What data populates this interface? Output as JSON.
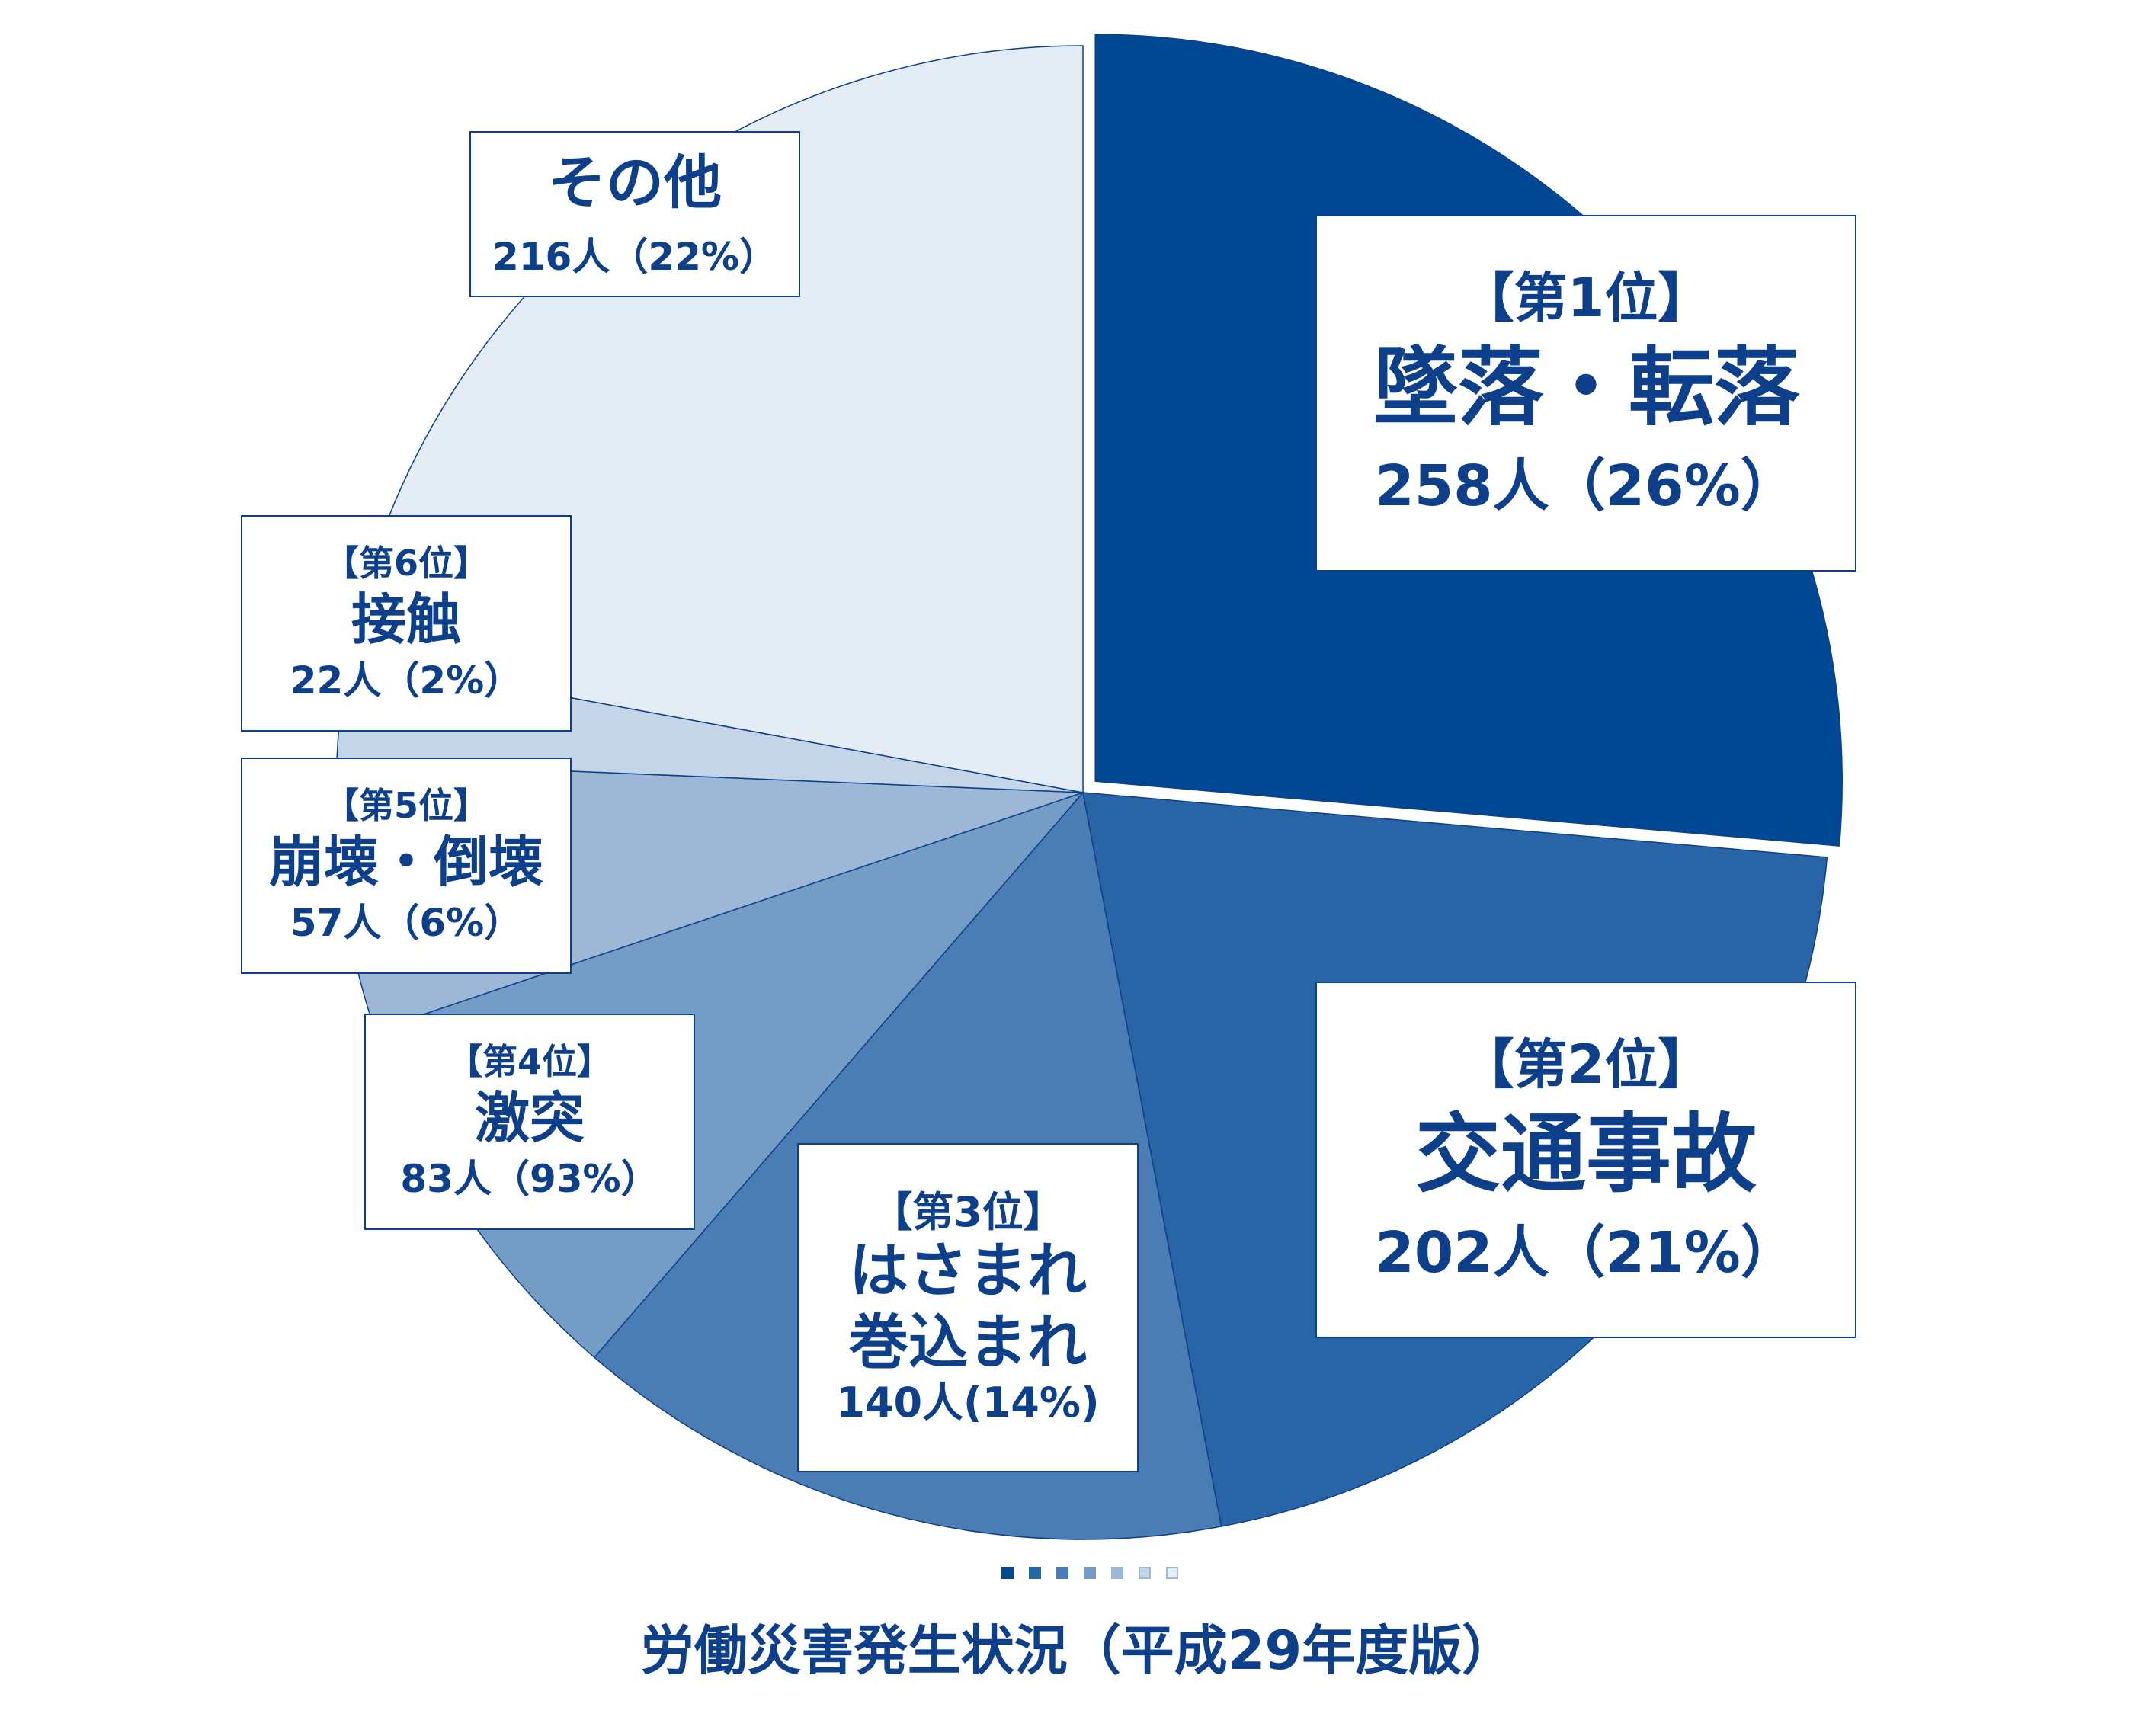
{
  "chart_data": {
    "type": "pie",
    "title": "労働災害発生状況（平成29年度版）",
    "slices": [
      {
        "rank": "【第1位】",
        "name": [
          "墜落・転落"
        ],
        "count_text": "258人（26%）",
        "value": 258,
        "color": "#004893"
      },
      {
        "rank": "【第2位】",
        "name": [
          "交通事故"
        ],
        "count_text": "202人（21%）",
        "value": 202,
        "color": "#2865a6"
      },
      {
        "rank": "【第3位】",
        "name": [
          "はさまれ",
          "巻込まれ"
        ],
        "count_text": "140人(14%)",
        "value": 140,
        "color": "#4a7db4"
      },
      {
        "rank": "【第4位】",
        "name": [
          "激突"
        ],
        "count_text": "83人（93%）",
        "value": 83,
        "color": "#749dc6"
      },
      {
        "rank": "【第5位】",
        "name": [
          "崩壊・倒壊"
        ],
        "count_text": "57人（6%）",
        "value": 57,
        "color": "#9cb8d6"
      },
      {
        "rank": "【第6位】",
        "name": [
          "接触"
        ],
        "count_text": "22人（2%）",
        "value": 22,
        "color": "#c3d5e7"
      },
      {
        "rank": "",
        "name": [
          "その他"
        ],
        "count_text": "216人（22%）",
        "value": 216,
        "color": "#e4ecf5"
      }
    ],
    "exploded_slice": 0,
    "start": "12 o'clock, clockwise",
    "legend": "none"
  },
  "swatch_colors": [
    "#004893",
    "#2865a6",
    "#4a7db4",
    "#749dc6",
    "#9cb8d6",
    "#c3d5e7",
    "#e4ecf5"
  ]
}
